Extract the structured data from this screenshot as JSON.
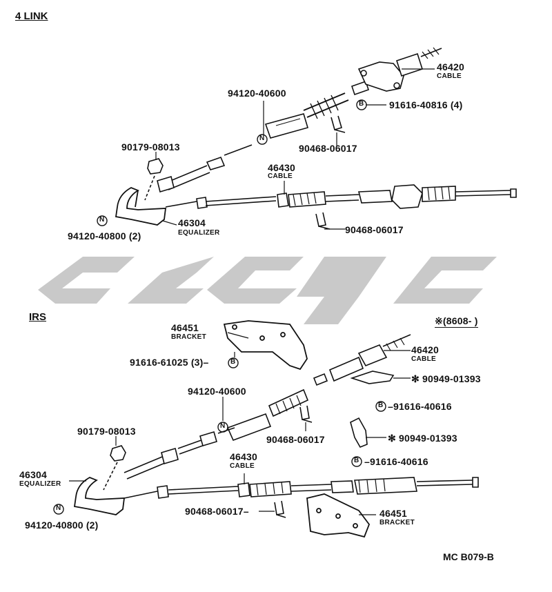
{
  "sections": {
    "four_link": "4 LINK",
    "irs": "IRS",
    "irs_note": "※(8608-        )"
  },
  "four_link_labels": {
    "cable_pn": "46420",
    "cable_name": "CABLE",
    "bolt_pn": "91616-40816 (4)",
    "nut_pn_top": "94120-40600",
    "clip_pn_top": "90468-06017",
    "nut_cap_pn": "90179-08013",
    "cable2_pn": "46430",
    "cable2_name": "CABLE",
    "clip_pn_mid": "90468-06017",
    "equalizer_pn": "46304",
    "equalizer_name": "EQUALIZER",
    "nut_pn_bottom": "94120-40800 (2)"
  },
  "irs_labels": {
    "bracket_pn": "46451",
    "bracket_name": "BRACKET",
    "bolt3_pn": "91616-61025 (3)–",
    "cable_pn": "46420",
    "cable_name": "CABLE",
    "clip_star_pn_1": "✻ 90949-01393",
    "bolt_pn_1": "–91616-40616",
    "nut_pn": "94120-40600",
    "clip_pn_1": "90468-06017",
    "clip_star_pn_2": "✻ 90949-01393",
    "bolt_pn_2": "–91616-40616",
    "nut_cap_pn": "90179-08013",
    "cable2_pn": "46430",
    "cable2_name": "CABLE",
    "equalizer_pn": "46304",
    "equalizer_name": "EQUALIZER",
    "clip_pn_2": "90468-06017–",
    "bracket2_pn": "46451",
    "bracket2_name": "BRACKET",
    "nut_pn_bottom": "94120-40800 (2)"
  },
  "symbols": {
    "b": "B",
    "n": "N"
  },
  "diagram_code": "MC B079-B",
  "colors": {
    "ink": "#111111",
    "watermark": "#c8c8c8"
  }
}
